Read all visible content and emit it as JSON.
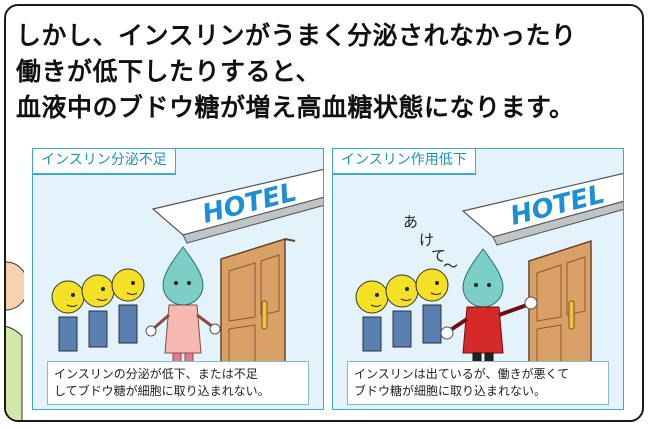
{
  "heading": {
    "line1": "しかし、インスリンがうまく分泌されなかったり",
    "line2": "働きが低下したりすると、",
    "line3": "血液中のブドウ糖が増え高血糖状態になります。"
  },
  "panels": [
    {
      "tab": "インスリン分泌不足",
      "sign": "HOTEL",
      "caption_line1": "インスリンの分泌が低下、または不足",
      "caption_line2": "してブドウ糖が細胞に取り込まれない。"
    },
    {
      "tab": "インスリン作用低下",
      "sign": "HOTEL",
      "speech": [
        "あ",
        "け",
        "て",
        "〜"
      ],
      "caption_line1": "インスリンは出ているが、働きが悪くて",
      "caption_line2": "ブドウ糖が細胞に取り込まれない。"
    }
  ],
  "colors": {
    "panel_border": "#3aa8d8",
    "panel_fill": "#e4f3fb",
    "tab_text": "#1b8fc6",
    "glucose": "#f4e024",
    "insulin_drop": "#7ccfc6",
    "door": "#d9a068",
    "left_insulin_coat": "#f6b9b1",
    "right_insulin_coat": "#d62a2a"
  },
  "icons": [
    "hotel-sign-icon",
    "door-icon",
    "glucose-character-icon",
    "insulin-drop-character-icon"
  ]
}
